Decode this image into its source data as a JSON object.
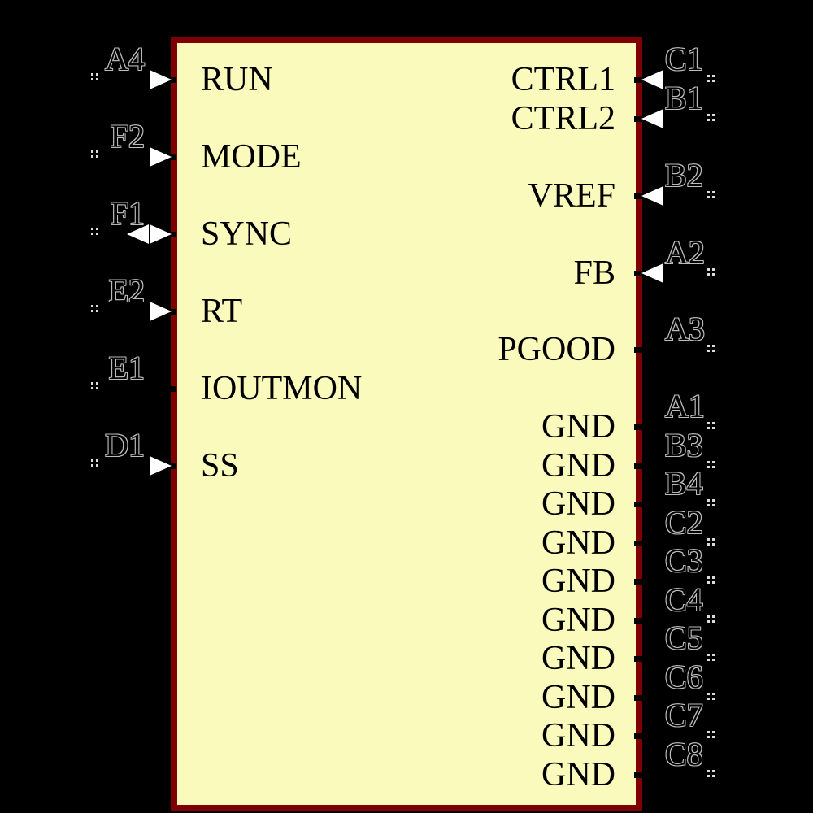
{
  "symbol": {
    "background_color": "#000000",
    "body": {
      "fill": "#FBFABD",
      "border_color": "#7F0000"
    },
    "style": {
      "pin_name_color": "#000000",
      "pin_number_outline_color": "#BDBDBD",
      "arrow_color": "#FFFFFF",
      "endpoint_dots_color": "#DCDCDC"
    },
    "left_pins": [
      {
        "number": "A4",
        "name": "RUN",
        "direction": "input"
      },
      {
        "number": "F2",
        "name": "MODE",
        "direction": "input"
      },
      {
        "number": "F1",
        "name": "SYNC",
        "direction": "bidirectional"
      },
      {
        "number": "E2",
        "name": "RT",
        "direction": "input"
      },
      {
        "number": "E1",
        "name": "IOUTMON",
        "direction": "output"
      },
      {
        "number": "D1",
        "name": "SS",
        "direction": "input"
      }
    ],
    "right_pins": [
      {
        "number": "C1",
        "name": "CTRL1",
        "direction": "input"
      },
      {
        "number": "B1",
        "name": "CTRL2",
        "direction": "input"
      },
      {
        "number": "B2",
        "name": "VREF",
        "direction": "input"
      },
      {
        "number": "A2",
        "name": "FB",
        "direction": "input"
      },
      {
        "number": "A3",
        "name": "PGOOD",
        "direction": "output"
      },
      {
        "number": "A1",
        "name": "GND",
        "direction": "power"
      },
      {
        "number": "B3",
        "name": "GND",
        "direction": "power"
      },
      {
        "number": "B4",
        "name": "GND",
        "direction": "power"
      },
      {
        "number": "C2",
        "name": "GND",
        "direction": "power"
      },
      {
        "number": "C3",
        "name": "GND",
        "direction": "power"
      },
      {
        "number": "C4",
        "name": "GND",
        "direction": "power"
      },
      {
        "number": "C5",
        "name": "GND",
        "direction": "power"
      },
      {
        "number": "C6",
        "name": "GND",
        "direction": "power"
      },
      {
        "number": "C7",
        "name": "GND",
        "direction": "power"
      },
      {
        "number": "C8",
        "name": "GND",
        "direction": "power"
      }
    ]
  }
}
